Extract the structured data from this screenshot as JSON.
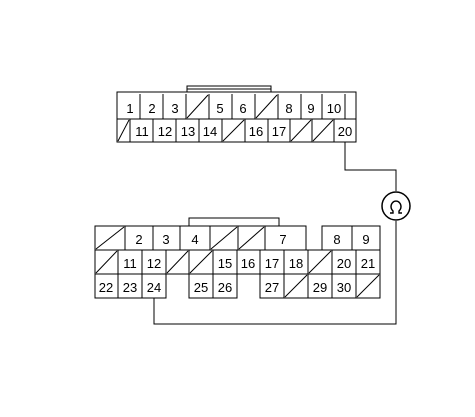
{
  "colors": {
    "line": "#000000",
    "background": "#ffffff"
  },
  "components": {
    "meter_symbol": "ohm-meter-icon"
  },
  "connector_upper": {
    "row1": [
      "1",
      "2",
      "3",
      "",
      "5",
      "6",
      "",
      "8",
      "9",
      "10"
    ],
    "row2": [
      "",
      "11",
      "12",
      "13",
      "14",
      "",
      "16",
      "17",
      "",
      "",
      "20"
    ],
    "blank_cells_shown_as": "diagonal-slash"
  },
  "connector_lower": {
    "row1": [
      "",
      "2",
      "3",
      "4",
      "",
      "",
      "7",
      "8",
      "9"
    ],
    "row2": [
      "",
      "11",
      "12",
      "",
      "",
      "15",
      "16",
      "17",
      "18",
      "",
      "20",
      "21"
    ],
    "row3": [
      "22",
      "23",
      "24",
      "25",
      "26",
      "27",
      "",
      "29",
      "30",
      ""
    ]
  },
  "probe_wires": {
    "from_upper_terminal": "20",
    "to_lower_terminal": "24"
  }
}
